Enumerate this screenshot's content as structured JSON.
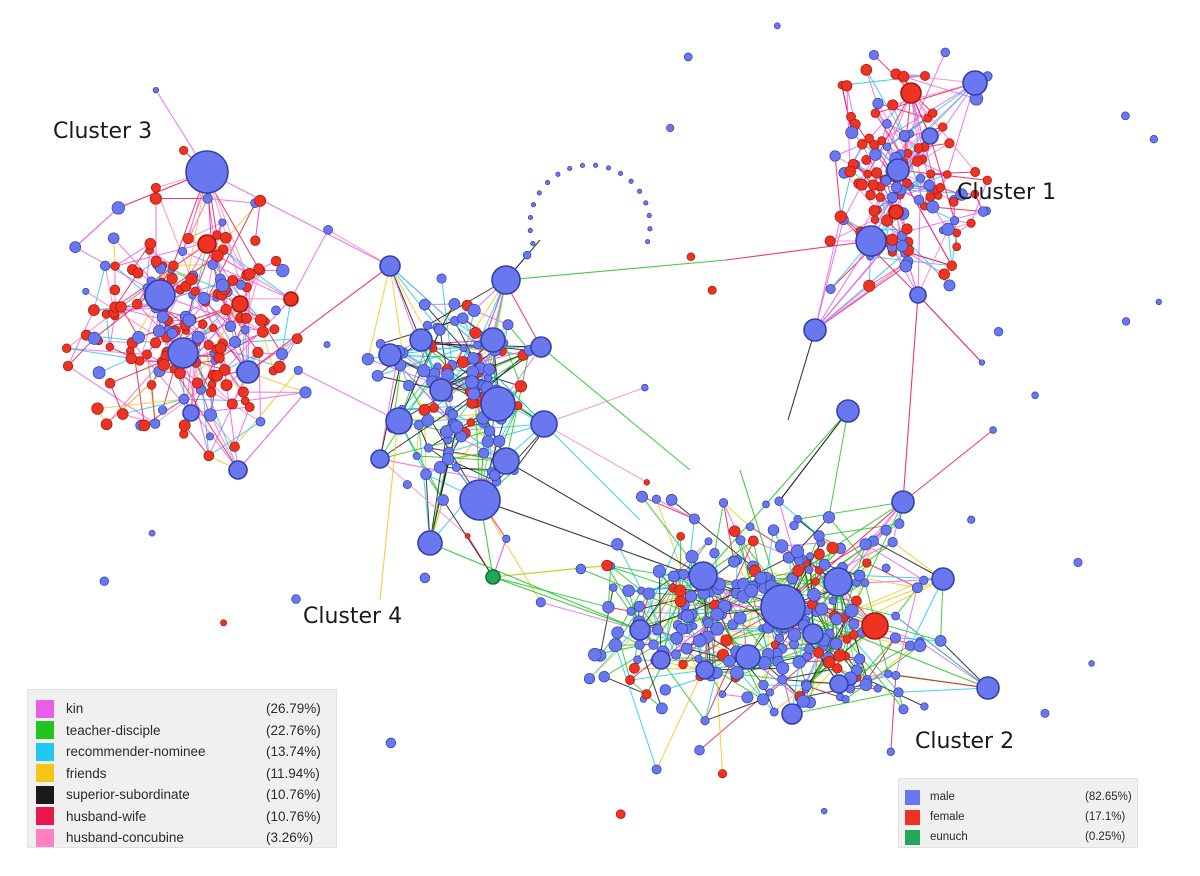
{
  "clusters": [
    {
      "label": "Cluster 1"
    },
    {
      "label": "Cluster 2"
    },
    {
      "label": "Cluster 3"
    },
    {
      "label": "Cluster 4"
    }
  ],
  "edge_legend": [
    {
      "label": "kin",
      "percent": "(26.79%)",
      "color": "#e85ee8"
    },
    {
      "label": "teacher-disciple",
      "percent": "(22.76%)",
      "color": "#22c41e"
    },
    {
      "label": "recommender-nominee",
      "percent": "(13.74%)",
      "color": "#22c8f0"
    },
    {
      "label": "friends",
      "percent": "(11.94%)",
      "color": "#f5c518"
    },
    {
      "label": "superior-subordinate",
      "percent": "(10.76%)",
      "color": "#1a1a1a"
    },
    {
      "label": "husband-wife",
      "percent": "(10.76%)",
      "color": "#e8174e"
    },
    {
      "label": "husband-concubine",
      "percent": "(3.26%)",
      "color": "#ff7fbf"
    }
  ],
  "node_legend": [
    {
      "label": "male",
      "percent": "(82.65%)",
      "color": "#6a78f0"
    },
    {
      "label": "female",
      "percent": "(17.1%)",
      "color": "#ee3322"
    },
    {
      "label": "eunuch",
      "percent": "(0.25%)",
      "color": "#23a85a"
    }
  ]
}
